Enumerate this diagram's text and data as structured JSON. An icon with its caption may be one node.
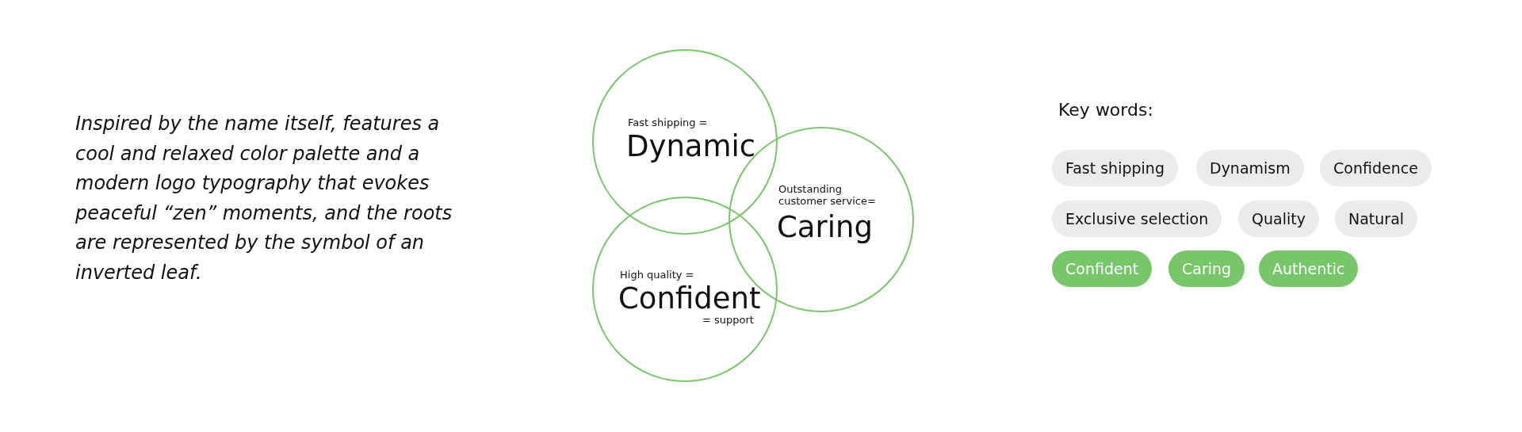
{
  "diagram": {
    "nodes": [
      {
        "text": [
          "Fast shipping =",
          "Dynamic"
        ]
      },
      {
        "text": [
          "Outstanding customer service=",
          "Caring"
        ]
      },
      {
        "text": [
          "High quality =",
          "Confident",
          "= support"
        ]
      },
      {
        "text": [
          "Fast shipping"
        ]
      },
      {
        "text": [
          "Dynamism"
        ]
      },
      {
        "text": [
          "Confidence"
        ]
      },
      {
        "text": [
          "Exclusive selection"
        ]
      },
      {
        "text": [
          "Quality"
        ]
      },
      {
        "text": [
          "Natural"
        ]
      },
      {
        "text": [
          "Confident"
        ]
      },
      {
        "text": [
          "Caring"
        ]
      },
      {
        "text": [
          "Authentic"
        ]
      }
    ],
    "labels": [
      "Inspired by the name itself, features a cool and relaxed color palette and a modern logo typography that evokes peaceful “zen” moments, and the roots are represented by the symbol of an inverted leaf.",
      "Key words:"
    ]
  }
}
